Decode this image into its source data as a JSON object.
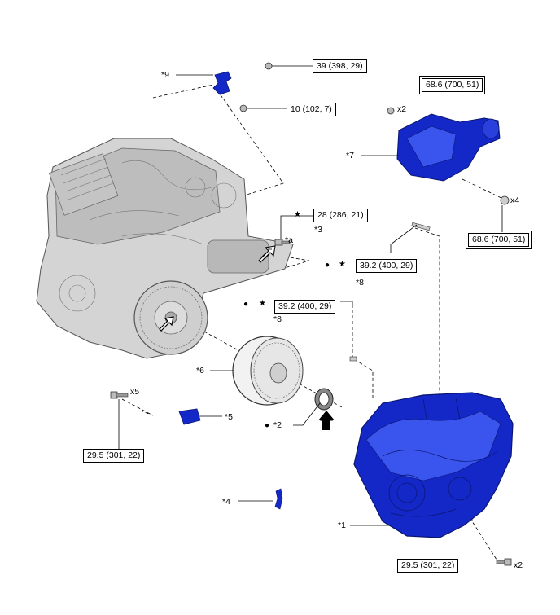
{
  "callouts": {
    "c1": "*1",
    "c2": "*2",
    "c3": "*3",
    "c4": "*4",
    "c5": "*5",
    "c6": "*6",
    "c7": "*7",
    "c8a": "*8",
    "c8b": "*8",
    "c9": "*9",
    "ca": "*a"
  },
  "torque": {
    "t_39_398": "39 (398, 29)",
    "t_10_102": "10 (102, 7)",
    "t_68_top": "68.6 (700, 51)",
    "t_68_bottom": "68.6 (700, 51)",
    "t_28_286": "28 (286, 21)",
    "t_39_2_upper": "39.2 (400, 29)",
    "t_39_2_lower": "39.2 (400, 29)",
    "t_29_5_left": "29.5 (301, 22)",
    "t_29_5_right": "29.5 (301, 22)"
  },
  "quantities": {
    "q_x2_top": "x2",
    "q_x4": "x4",
    "q_x5": "x5",
    "q_x2_bottom": "x2"
  },
  "symbols": {
    "star": "★",
    "dot": "●"
  },
  "colors": {
    "part_blue": "#1428c8",
    "part_blue_light": "#3a55ee",
    "engine_gray": "#c8c8c8",
    "line": "#000000"
  },
  "icons": {
    "engine": "engine-illustration-icon",
    "transaxle": "transaxle-illustration-icon",
    "torque_converter": "torque-converter-icon",
    "flywheel": "drive-plate-icon"
  }
}
